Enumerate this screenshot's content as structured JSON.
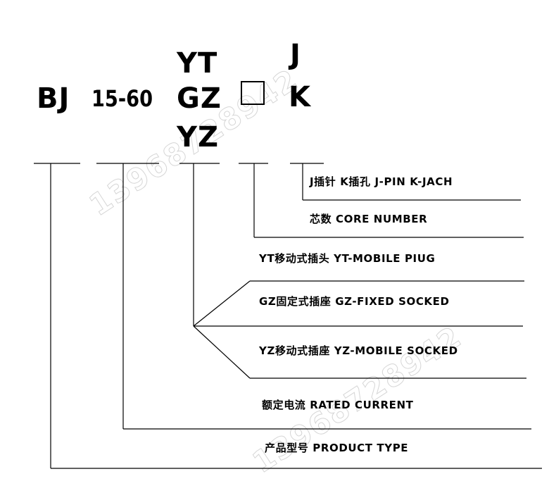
{
  "model": {
    "prefix": "BJ",
    "current": "15-60",
    "types": [
      "YT",
      "GZ",
      "YZ"
    ],
    "pins": [
      "J",
      "K"
    ]
  },
  "labels": {
    "pin_socket": "J插针 K插孔 J-PIN K-JACH",
    "core_number": "芯数 CORE NUMBER",
    "yt": "YT移动式插头 YT-MOBILE PIUG",
    "gz": "GZ固定式插座 GZ-FIXED SOCKED",
    "yz": "YZ移动式插座 YZ-MOBILE SOCKED",
    "rated_current": "额定电流 RATED CURRENT",
    "product_type": "产品型号 PRODUCT TYPE"
  },
  "watermark": [
    "13968728942",
    "13968728942"
  ],
  "colors": {
    "ink": "#000000",
    "watermark": "#d6d6d6",
    "background": "#ffffff"
  }
}
